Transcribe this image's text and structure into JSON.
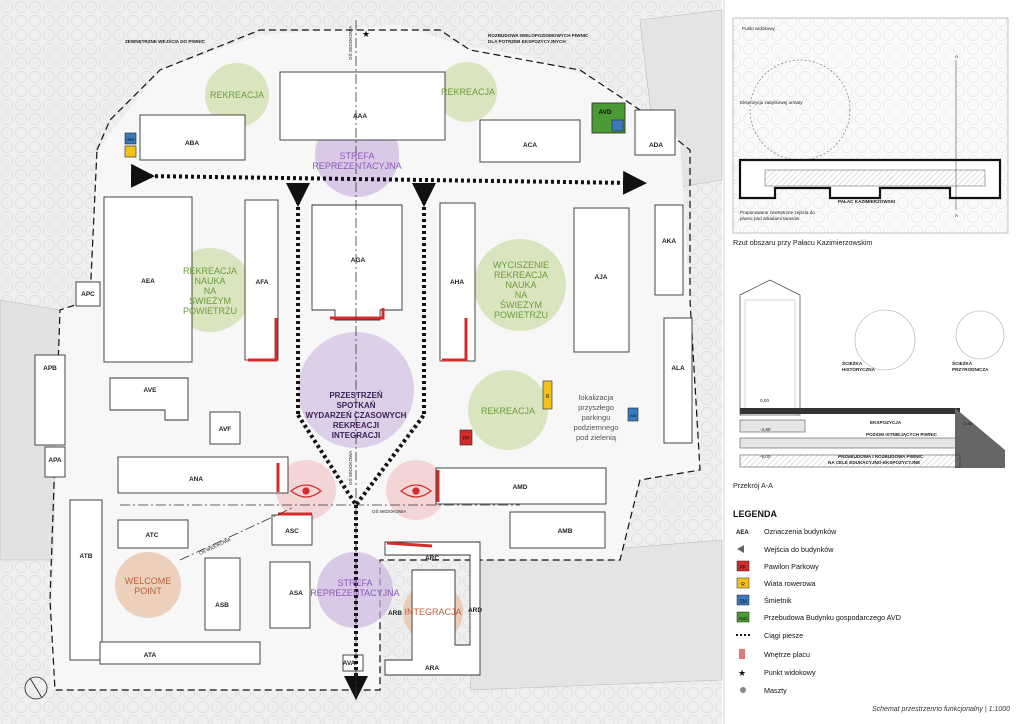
{
  "notes": {
    "cellar_entrances": "ZEWNĘTRZNE WEJŚCIA DO PIWNIC",
    "extension": "ROZBUDOWA WIELOPOZIOMOWYCH PIWNIC",
    "extension2": "DLA POTRZEB EKSPOZYCYJNYCH",
    "axis_view": "OŚ WIDOKOWA",
    "parking": [
      "lokalizacja",
      "przyszłego",
      "parkingu",
      "podziemnego",
      "pod zielenią"
    ]
  },
  "zones": {
    "rekreacja_left": "REKREACJA",
    "rekreacja_right": "REKREACJA",
    "rekreacja_mid": "REKREACJA",
    "strefa_top": [
      "STREFA",
      "REPREZENTACYJNA"
    ],
    "strefa_bottom": [
      "STREFA",
      "REPREZENTACYJNA"
    ],
    "rekreacja_nauka": [
      "REKREACJA",
      "NAUKA",
      "NA",
      "ŚWIEŻYM",
      "POWIETRZU"
    ],
    "wyciszenie": [
      "WYCISZENIE",
      "REKREACJA",
      "NAUKA",
      "NA",
      "ŚWIEŻYM",
      "POWIETRZU"
    ],
    "przestrzen": [
      "PRZESTRZEŃ",
      "SPOTKAŃ",
      "WYDARZEŃ CZASOWYCH",
      "REKREACJI",
      "INTEGRACJI"
    ],
    "welcome": [
      "WELCOME",
      "POINT"
    ],
    "integracja": "INTEGRACJA"
  },
  "buildings": {
    "AAA": "AAA",
    "ABA": "ABA",
    "ACA": "ACA",
    "ADA": "ADA",
    "AEA": "AEA",
    "AFA": "AFA",
    "AGA": "AGA",
    "AHA": "AHA",
    "AJA": "AJA",
    "AKA": "AKA",
    "ALA": "ALA",
    "APC": "APC",
    "APB": "APB",
    "APA": "APA",
    "AVE": "AVE",
    "AVF": "AVF",
    "ANA": "ANA",
    "AMD": "AMD",
    "AMB": "AMB",
    "ATC": "ATC",
    "ATB": "ATB",
    "ASC": "ASC",
    "ASA": "ASA",
    "ASB": "ASB",
    "ATA": "ATA",
    "ARC": "ARC",
    "ARB": "ARB",
    "ARD": "ARD",
    "ARA": "ARA",
    "AVA": "AVA",
    "AVD": "AVD"
  },
  "markers": {
    "pp": "PP",
    "r": "R",
    "sm": "SM",
    "sm2": "SM"
  },
  "inset_plan": {
    "punkt": "Punkt widokowy",
    "ekspozycja": "Ekspozycja zabytkowej armaty",
    "palac": "PAŁAC KAZIMIERZOWSKI",
    "propozycja": [
      "Proponowane zewnętrzne zejścia do",
      "piwnic pod arkadami tarasów"
    ],
    "a_mark": "A",
    "caption": "Rzut obszaru przy Pałacu Kazimierzowskim"
  },
  "section": {
    "sciezka_hist": [
      "ŚCIEŻKA",
      "HISTORYCZNA"
    ],
    "sciezka_przyr": [
      "ŚCIEŻKA",
      "PRZYRODNICZA"
    ],
    "ekspozycja": "EKSPOZYCJA",
    "poziom": "POZIOM ISTNIEJĄCYCH PIWNIC",
    "przebudowa": [
      "PRZEBUDOWA I ROZBUDOWA PIWNIC",
      "NA CELE EDUKACYJNO-EKSPOZYCYJNE"
    ],
    "lvl0": "0,00",
    "lvl1": "-4,80",
    "lvl2": "-9,00",
    "lvl3": "-3,50",
    "caption": "Przekrój A-A"
  },
  "legend": {
    "title": "LEGENDA",
    "items": [
      {
        "sym": "AEA",
        "label": "Oznaczenia budynków"
      },
      {
        "sym": "",
        "label": "Wejścia do budynków"
      },
      {
        "sym": "PP",
        "label": "Pawilon Parkowy"
      },
      {
        "sym": "R",
        "label": "Wiata rowerowa"
      },
      {
        "sym": "SM",
        "label": "Śmietnik"
      },
      {
        "sym": "AVD",
        "label": "Przebudowa Budynku gospodarczego AVD"
      },
      {
        "sym": "",
        "label": "Ciągi piesze"
      },
      {
        "sym": "",
        "label": "Wnętrze placu"
      },
      {
        "sym": "",
        "label": "Punkt widokowy"
      },
      {
        "sym": "",
        "label": "Maszty"
      }
    ]
  },
  "footer": "Schemat przestrzenno funkcjonalny | 1:1000",
  "colors": {
    "green_zone": "#c9dca0",
    "purple_zone": "#cdb4e0",
    "orange_zone": "#e8c3a8",
    "pink_zone": "#f2c6c8",
    "red": "#d62b2b",
    "yellow": "#f2c21a",
    "blue": "#3a7bbf",
    "avd_green": "#4c9a33"
  }
}
